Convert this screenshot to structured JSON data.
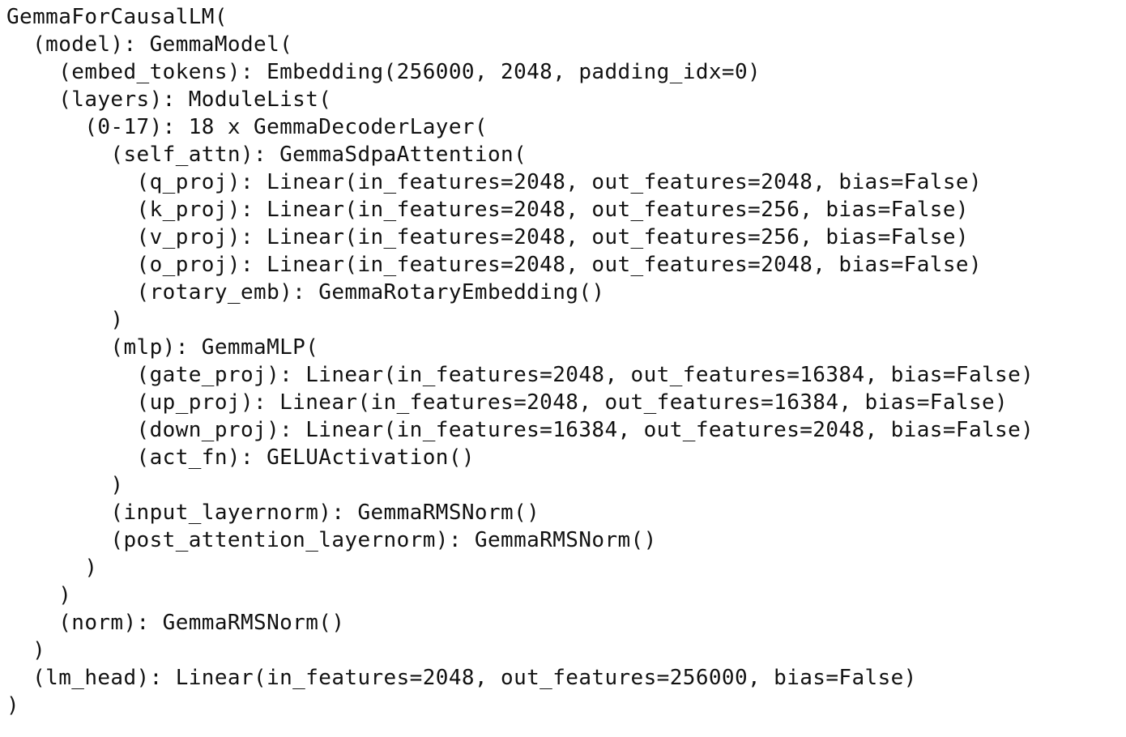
{
  "output": {
    "lines": [
      "GemmaForCausalLM(",
      "  (model): GemmaModel(",
      "    (embed_tokens): Embedding(256000, 2048, padding_idx=0)",
      "    (layers): ModuleList(",
      "      (0-17): 18 x GemmaDecoderLayer(",
      "        (self_attn): GemmaSdpaAttention(",
      "          (q_proj): Linear(in_features=2048, out_features=2048, bias=False)",
      "          (k_proj): Linear(in_features=2048, out_features=256, bias=False)",
      "          (v_proj): Linear(in_features=2048, out_features=256, bias=False)",
      "          (o_proj): Linear(in_features=2048, out_features=2048, bias=False)",
      "          (rotary_emb): GemmaRotaryEmbedding()",
      "        )",
      "        (mlp): GemmaMLP(",
      "          (gate_proj): Linear(in_features=2048, out_features=16384, bias=False)",
      "          (up_proj): Linear(in_features=2048, out_features=16384, bias=False)",
      "          (down_proj): Linear(in_features=16384, out_features=2048, bias=False)",
      "          (act_fn): GELUActivation()",
      "        )",
      "        (input_layernorm): GemmaRMSNorm()",
      "        (post_attention_layernorm): GemmaRMSNorm()",
      "      )",
      "    )",
      "    (norm): GemmaRMSNorm()",
      "  )",
      "  (lm_head): Linear(in_features=2048, out_features=256000, bias=False)",
      ")"
    ]
  },
  "colors": {
    "background": "#ffffff",
    "text": "#111111"
  }
}
